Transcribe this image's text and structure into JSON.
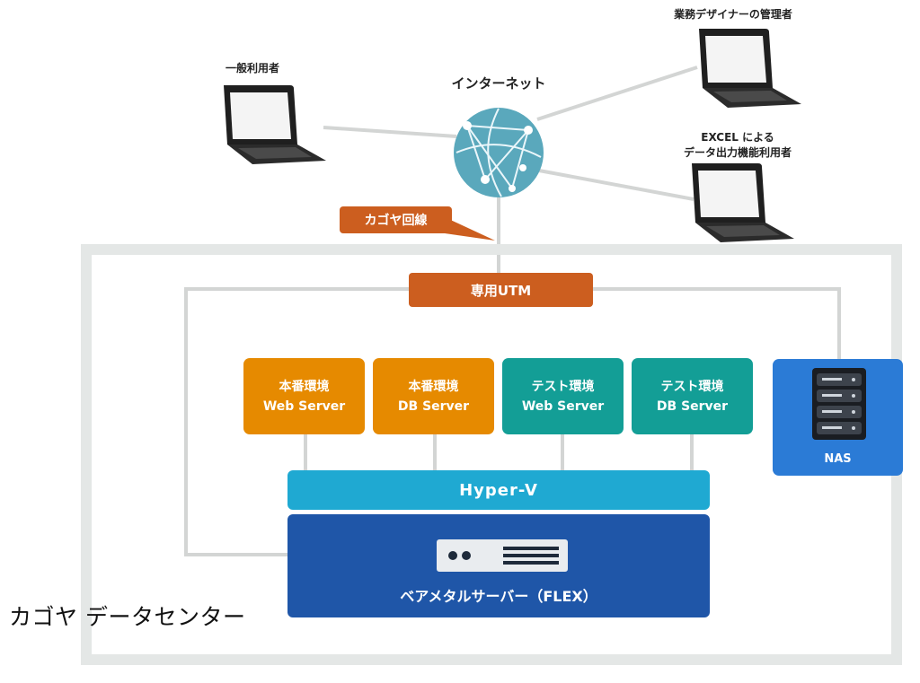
{
  "internet": {
    "label": "インターネット"
  },
  "users": {
    "general": "一般利用者",
    "admin": "業務デザイナーの管理者",
    "excel_line1": "EXCEL による",
    "excel_line2": "データ出力機能利用者"
  },
  "line_callout": "カゴヤ回線",
  "utm": "専用UTM",
  "servers": [
    {
      "line1": "本番環境",
      "line2": "Web Server",
      "color": "#e68a00"
    },
    {
      "line1": "本番環境",
      "line2": "DB Server",
      "color": "#e68a00"
    },
    {
      "line1": "テスト環境",
      "line2": "Web Server",
      "color": "#139e96"
    },
    {
      "line1": "テスト環境",
      "line2": "DB Server",
      "color": "#139e96"
    }
  ],
  "hypervisor": "Hyper-V",
  "bare_metal": "ベアメタルサーバー（FLEX）",
  "nas": "NAS",
  "datacenter": "カゴヤ データセンター",
  "colors": {
    "orange": "#e68a00",
    "teal": "#139e96",
    "utm": "#cc5e1f",
    "hyperv": "#1fa9d2",
    "bare_metal": "#1f56a8",
    "nas": "#2b7bd6",
    "frame": "#e4e7e6",
    "globe": "#5aa8bc"
  }
}
